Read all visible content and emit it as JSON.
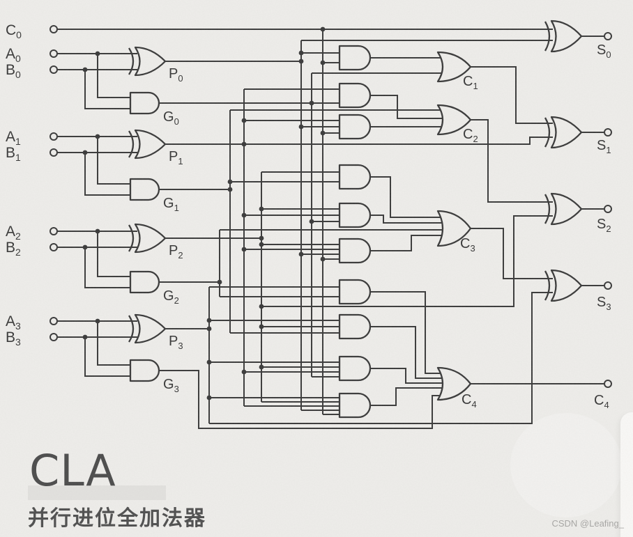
{
  "title": {
    "heading": "CLA",
    "subtitle": "并行进位全加法器"
  },
  "watermark": "CSDN @Leafing_",
  "colors": {
    "paper": "#eeedea",
    "wire": "#3a3a3a",
    "label": "#383838",
    "title_text": "#4c4c4c",
    "title_highlight": "#e2e1de",
    "watermark_text": "#a7a6a4"
  },
  "labels": {
    "c0": {
      "m": "C",
      "s": "0"
    },
    "a0": {
      "m": "A",
      "s": "0"
    },
    "b0": {
      "m": "B",
      "s": "0"
    },
    "a1": {
      "m": "A",
      "s": "1"
    },
    "b1": {
      "m": "B",
      "s": "1"
    },
    "a2": {
      "m": "A",
      "s": "2"
    },
    "b2": {
      "m": "B",
      "s": "2"
    },
    "a3": {
      "m": "A",
      "s": "3"
    },
    "b3": {
      "m": "B",
      "s": "3"
    },
    "p0": {
      "m": "P",
      "s": "0"
    },
    "p1": {
      "m": "P",
      "s": "1"
    },
    "p2": {
      "m": "P",
      "s": "2"
    },
    "p3": {
      "m": "P",
      "s": "3"
    },
    "g0": {
      "m": "G",
      "s": "0"
    },
    "g1": {
      "m": "G",
      "s": "1"
    },
    "g2": {
      "m": "G",
      "s": "2"
    },
    "g3": {
      "m": "G",
      "s": "3"
    },
    "c1": {
      "m": "C",
      "s": "1"
    },
    "c2": {
      "m": "C",
      "s": "2"
    },
    "c3": {
      "m": "C",
      "s": "3"
    },
    "c4": {
      "m": "C",
      "s": "4"
    },
    "s0": {
      "m": "S",
      "s": "0"
    },
    "s1": {
      "m": "S",
      "s": "1"
    },
    "s2": {
      "m": "S",
      "s": "2"
    },
    "s3": {
      "m": "S",
      "s": "3"
    },
    "c4_out": {
      "m": "C",
      "s": "4"
    }
  }
}
